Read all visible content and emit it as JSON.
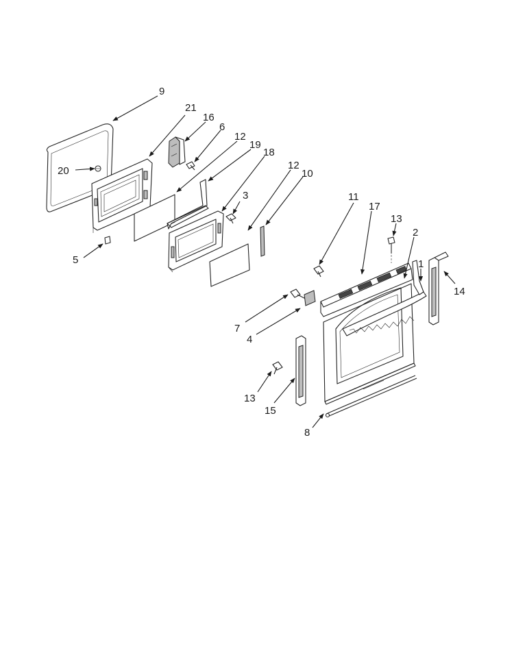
{
  "colors": {
    "ink": "#1a1a1a",
    "paper": "#ffffff",
    "shade": "#bdbdbd"
  },
  "callouts": {
    "c9": "9",
    "c21": "21",
    "c16": "16",
    "c6": "6",
    "c12a": "12",
    "c19": "19",
    "c18": "18",
    "c12b": "12",
    "c10": "10",
    "c20": "20",
    "c3": "3",
    "c5": "5",
    "c11": "11",
    "c17": "17",
    "c13a": "13",
    "c2": "2",
    "c1": "1",
    "c14": "14",
    "c7": "7",
    "c4": "4",
    "c13b": "13",
    "c15": "15",
    "c8": "8"
  }
}
